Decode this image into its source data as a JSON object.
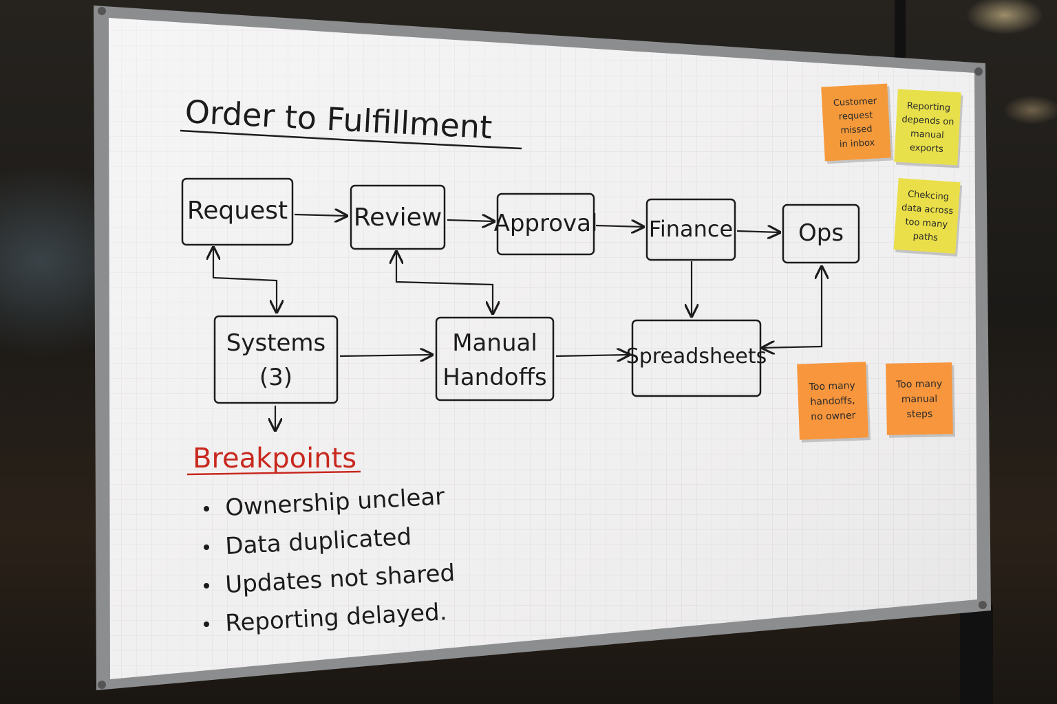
{
  "title": "Order to Fulfillment",
  "nodes": {
    "request": "Request",
    "review": "Review",
    "approval": "Approval",
    "finance": "Finance",
    "ops": "Ops",
    "systems_line1": "Systems",
    "systems_line2": "(3)",
    "handoffs_line1": "Manual",
    "handoffs_line2": "Handoffs",
    "spreadsheets": "Spreadsheets"
  },
  "breakpoints": {
    "heading": "Breakpoints",
    "items": [
      "Ownership unclear",
      "Data duplicated",
      "Updates not shared",
      "Reporting delayed."
    ]
  },
  "sticky_notes": [
    {
      "lines": [
        "Customer",
        "request",
        "missed",
        "in inbox"
      ],
      "color": "#f59a3a"
    },
    {
      "lines": [
        "Reporting",
        "depends on",
        "manual",
        "exports"
      ],
      "color": "#e8e04a"
    },
    {
      "lines": [
        "Chekcing",
        "data across",
        "too many",
        "paths"
      ],
      "color": "#eadf48"
    },
    {
      "lines": [
        "Too many",
        "handoffs,",
        "no owner"
      ],
      "color": "#f7963d"
    },
    {
      "lines": [
        "Too many",
        "manual",
        "steps"
      ],
      "color": "#f7963d"
    }
  ],
  "colors": {
    "ink": "#1c1c1c",
    "accent_red": "#c8281e",
    "board": "#f1f0f0",
    "frame": "#9a9a9a"
  }
}
